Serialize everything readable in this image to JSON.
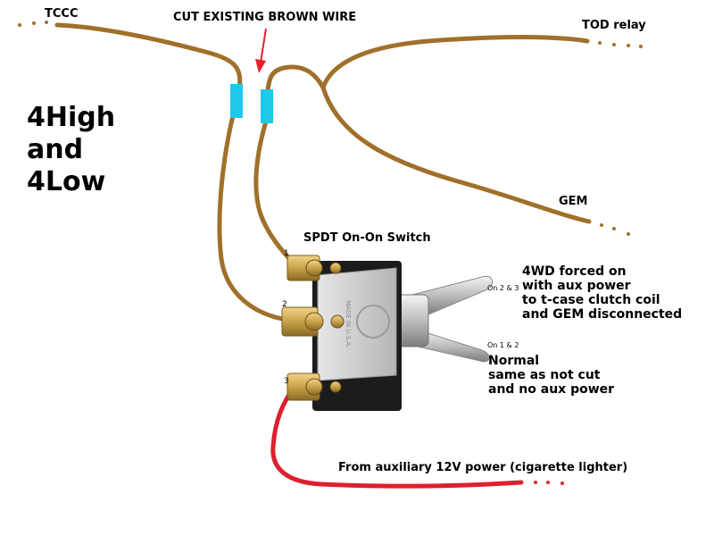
{
  "labels": {
    "tccc": "TCCC",
    "cut_existing": "CUT EXISTING BROWN WIRE",
    "tod_relay": "TOD relay",
    "gem": "GEM",
    "title_lines": [
      "4High",
      "and",
      "4Low"
    ],
    "switch_name": "SPDT On-On Switch",
    "on_2_3": "On 2 & 3",
    "on_2_3_desc": [
      "4WD forced on",
      "with aux power",
      "to t-case clutch coil",
      "and GEM disconnected"
    ],
    "on_1_2": "On 1 & 2",
    "on_1_2_desc": [
      "Normal",
      "same as not cut",
      "and no aux power"
    ],
    "aux_power": "From auxiliary 12V power (cigarette lighter)",
    "terminals": [
      "1",
      "2",
      "3"
    ]
  },
  "colors": {
    "brown_wire": "#a0702a",
    "red_wire": "#dd1f2e",
    "cut_marker": "#1ec8ea",
    "arrow": "#e8202a",
    "switch_body": "#1c1c1c",
    "brass": "#c9a24a",
    "chrome": "#c8c8c8"
  },
  "icons": {
    "cut_arrow": "arrow-down-icon",
    "switch": "toggle-switch-icon"
  }
}
